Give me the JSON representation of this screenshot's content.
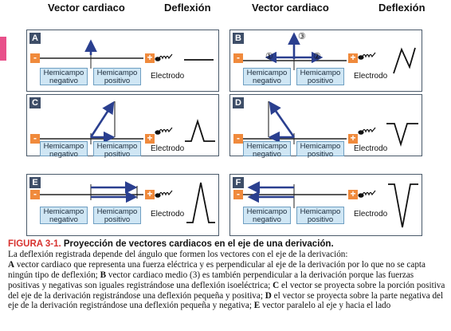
{
  "headers": {
    "left_vector": "Vector cardiaco",
    "left_deflection": "Deflexión",
    "right_vector": "Vector cardiaco",
    "right_deflection": "Deflexión"
  },
  "signs": {
    "minus": "-",
    "plus": "+"
  },
  "panels": [
    {
      "letter": "A",
      "field_negative": "Hemicampo negativo",
      "field_positive": "Hemicampo positivo",
      "electrode": "Electrodo",
      "deflection": "flat"
    },
    {
      "letter": "B",
      "field_negative": "Hemicampo negativo",
      "field_positive": "Hemicampo positivo",
      "electrode": "Electrodo",
      "deflection": "biphasic",
      "markers": [
        "①",
        "②",
        "③"
      ]
    },
    {
      "letter": "C",
      "field_negative": "Hemicampo negativo",
      "field_positive": "Hemicampo positivo",
      "electrode": "Electrodo",
      "deflection": "small-positive"
    },
    {
      "letter": "D",
      "field_negative": "Hemicampo negativo",
      "field_positive": "Hemicampo positivo",
      "electrode": "Electrodo",
      "deflection": "small-negative"
    },
    {
      "letter": "E",
      "field_negative": "Hemicampo negativo",
      "field_positive": "Hemicampo positivo",
      "electrode": "Electrodo",
      "deflection": "large-positive"
    },
    {
      "letter": "F",
      "field_negative": "Hemicampo negativo",
      "field_positive": "Hemicampo positivo",
      "electrode": "Electrodo",
      "deflection": "large-negative"
    }
  ],
  "caption": {
    "figure_number": "FIGURA 3-1.",
    "figure_title": "Proyección de vectores cardiacos en el eje de una derivación.",
    "intro": "La deflexión registrada depende del ángulo que formen los vectores con el eje de la derivación:",
    "a_label": "A",
    "a_text": " vector cardiaco que representa una fuerza eléctrica y es perpendicular al eje de la derivación por lo que no se capta ningún tipo de deflexión; ",
    "b_label": "B",
    "b_text": " vector cardiaco medio (3) es también perpendicular a la derivación porque las fuerzas positivas y negativas son iguales registrándose una deflexión isoeléctrica; ",
    "c_label": "C",
    "c_text": " el vector se proyecta sobre la porción positiva del eje de la derivación registrándose una deflexión pequeña y positiva; ",
    "d_label": "D",
    "d_text": " el vector se proyecta sobre la parte negativa del eje de la derivación registrándose una deflexión pequeña y negativa; ",
    "e_label": "E",
    "e_text": " vector paralelo al eje y hacia el lado"
  },
  "colors": {
    "vector": "#2a3f8f",
    "axis": "#222222",
    "field_fill": "#cfe6f4",
    "sign_fill": "#f08a3c",
    "label_fill": "#3e4e68",
    "figure_number": "#d7322f"
  }
}
